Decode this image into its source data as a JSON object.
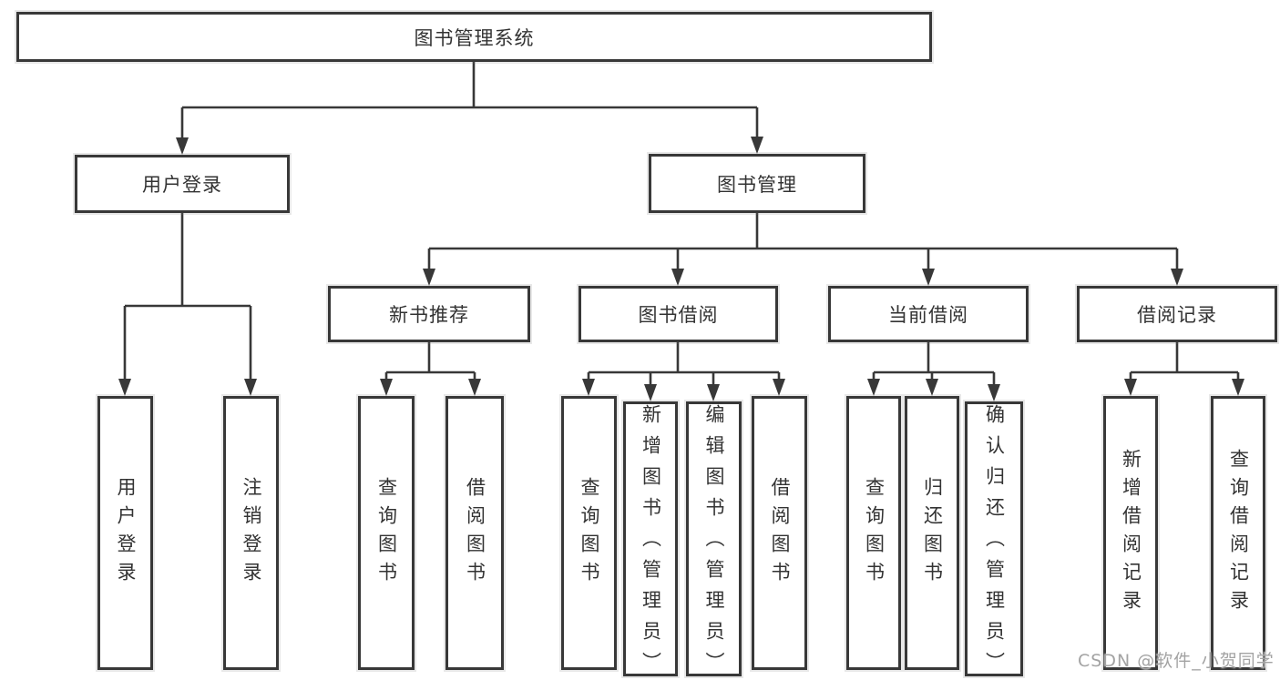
{
  "title": "图书管理系统",
  "level2": [
    "用户登录",
    "图书管理"
  ],
  "level3": [
    "新书推荐",
    "图书借阅",
    "当前借阅",
    "借阅记录"
  ],
  "leaves": [
    "用户登录",
    "注销登录",
    "查询图书",
    "借阅图书",
    "查询图书",
    "新增图书（管理员）",
    "编辑图书（管理员）",
    "借阅图书",
    "查询图书",
    "归还图书",
    "确认归还（管理员）",
    "新增借阅记录",
    "查询借阅记录"
  ],
  "hierarchy": {
    "图书管理系统": {
      "用户登录": [
        "用户登录",
        "注销登录"
      ],
      "图书管理": {
        "新书推荐": [
          "查询图书",
          "借阅图书"
        ],
        "图书借阅": [
          "查询图书",
          "新增图书（管理员）",
          "编辑图书（管理员）",
          "借阅图书"
        ],
        "当前借阅": [
          "查询图书",
          "归还图书",
          "确认归还（管理员）"
        ],
        "借阅记录": [
          "新增借阅记录",
          "查询借阅记录"
        ]
      }
    }
  },
  "watermark": "CSDN @软件_小贺同学",
  "colors": {
    "line": "#383838",
    "box_border": "#383838",
    "text": "#333333",
    "background": "#ffffff",
    "watermark": "#a3a3a3"
  }
}
